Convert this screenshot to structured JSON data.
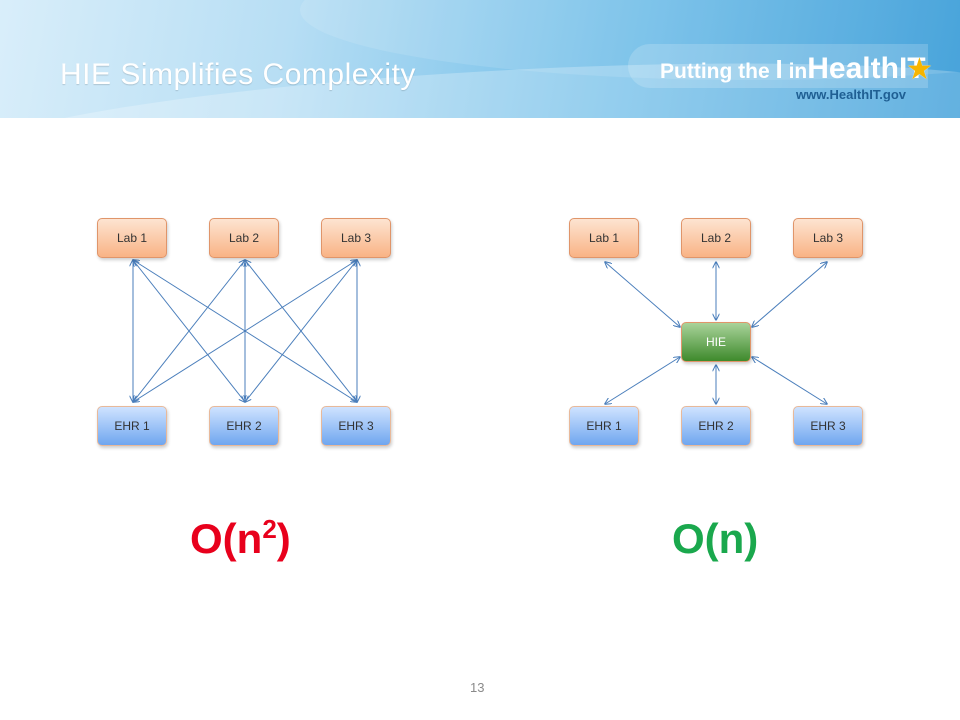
{
  "slide": {
    "title": "HIE Simplifies Complexity",
    "page_number": "13"
  },
  "logo": {
    "text_putting": "Putting the",
    "text_i": "I",
    "text_in": "in",
    "text_health": "Health",
    "text_it": "IT",
    "url": "www.HealthIT.gov"
  },
  "left_diagram": {
    "labs": [
      "Lab 1",
      "Lab 2",
      "Lab 3"
    ],
    "ehrs": [
      "EHR 1",
      "EHR 2",
      "EHR 3"
    ],
    "complexity_base": "O(n",
    "complexity_exp": "2",
    "complexity_close": ")"
  },
  "right_diagram": {
    "labs": [
      "Lab 1",
      "Lab 2",
      "Lab 3"
    ],
    "hub": "HIE",
    "ehrs": [
      "EHR 1",
      "EHR 2",
      "EHR 3"
    ],
    "complexity": "O(n)"
  },
  "colors": {
    "complexity_left": "#e8001c",
    "complexity_right": "#1aa84d",
    "arrow": "#4a7ebb"
  }
}
